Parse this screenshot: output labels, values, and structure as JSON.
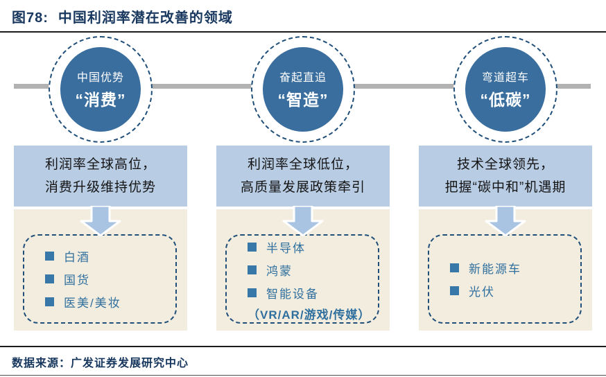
{
  "title": {
    "prefix": "图78:",
    "text": "中国利润率潜在改善的领域"
  },
  "columns": [
    {
      "circle": {
        "line1": "中国优势",
        "line2": "“消费”"
      },
      "summary": {
        "line1": "利润率全球高位，",
        "line2": "消费升级维持优势"
      },
      "items": [
        "白酒",
        "国货",
        "医美/美妆"
      ]
    },
    {
      "circle": {
        "line1": "奋起直追",
        "line2": "“智造”"
      },
      "summary": {
        "line1": "利润率全球低位，",
        "line2": "高质量发展政策牵引"
      },
      "items": [
        "半导体",
        "鸿蒙",
        "智能设备"
      ],
      "note": "（VR/AR/游戏/传媒）"
    },
    {
      "circle": {
        "line1": "弯道超车",
        "line2": "“低碳”"
      },
      "summary": {
        "line1": "技术全球领先，",
        "line2": "把握“碳中和”机遇期"
      },
      "items": [
        "新能源车",
        "光伏"
      ]
    }
  ],
  "footer": {
    "source_label": "数据来源：",
    "source_text": "广发证券发展研究中心"
  },
  "colors": {
    "title_navy": "#17375E",
    "circle_fill": "#3A6E9E",
    "dashed_border": "#1F4E79",
    "summary_box_blue": "#B8CCE4",
    "detail_box_beige": "#F3EDDF",
    "bullet_blue": "#3878A8",
    "item_text_blue": "#2F6F9E",
    "arrow_blue": "#A9C4E3",
    "connector_gray": "#B2B2B2"
  }
}
